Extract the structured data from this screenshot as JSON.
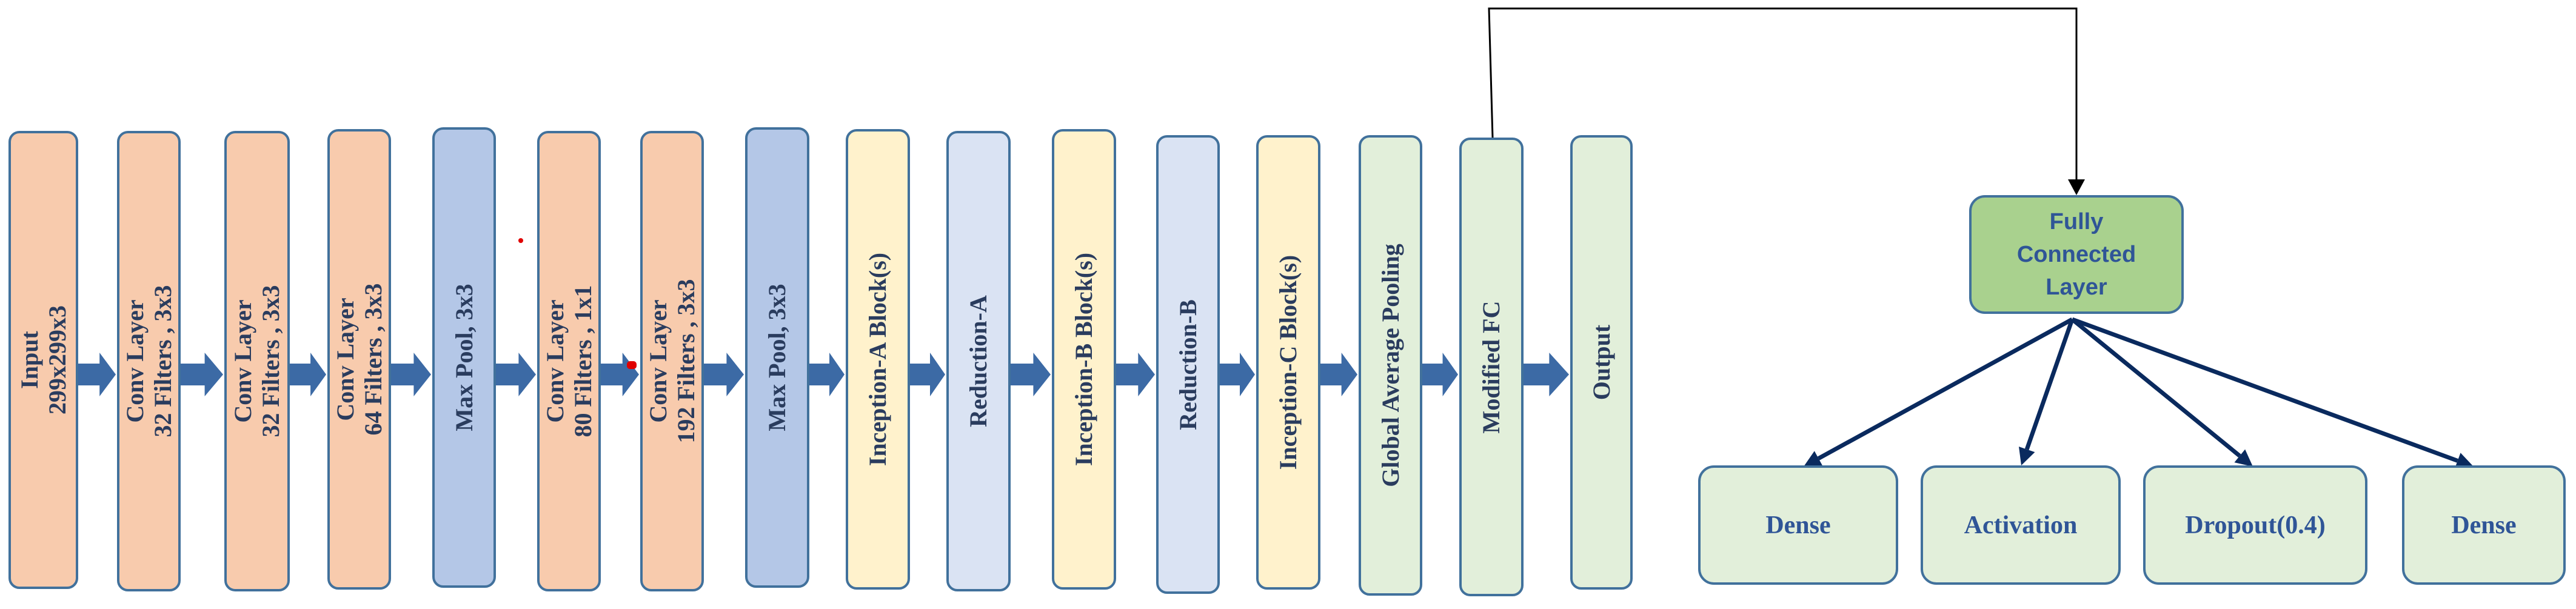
{
  "pipeline": [
    {
      "lines": [
        "Input",
        "299x299x3"
      ],
      "color": "#f8cbad"
    },
    {
      "lines": [
        "Conv Layer",
        "32 Filters , 3x3"
      ],
      "color": "#f8cbad"
    },
    {
      "lines": [
        "Conv Layer",
        "32 Filters , 3x3"
      ],
      "color": "#f8cbad"
    },
    {
      "lines": [
        "Conv Layer",
        "64 Filters , 3x3"
      ],
      "color": "#f8cbad"
    },
    {
      "lines": [
        "Max Pool, 3x3"
      ],
      "color": "#b4c7e7"
    },
    {
      "lines": [
        "Conv Layer",
        "80 Filters , 1x1"
      ],
      "color": "#f8cbad"
    },
    {
      "lines": [
        "Conv Layer",
        "192 Filters , 3x3"
      ],
      "color": "#f8cbad"
    },
    {
      "lines": [
        "Max Pool, 3x3"
      ],
      "color": "#b4c7e7"
    },
    {
      "lines": [
        "Inception-A Block(s)"
      ],
      "color": "#fff2cc"
    },
    {
      "lines": [
        "Reduction-A"
      ],
      "color": "#dae3f3"
    },
    {
      "lines": [
        "Inception-B Block(s)"
      ],
      "color": "#fff2cc"
    },
    {
      "lines": [
        "Reduction-B"
      ],
      "color": "#dae3f3"
    },
    {
      "lines": [
        "Inception-C Block(s)"
      ],
      "color": "#fff2cc"
    },
    {
      "lines": [
        "Global Average Pooling"
      ],
      "color": "#e2efda"
    },
    {
      "lines": [
        "Modified FC"
      ],
      "color": "#e2efda"
    },
    {
      "lines": [
        "Output"
      ],
      "color": "#e2efda"
    }
  ],
  "fc_block": {
    "line1": "Fully",
    "line2": "Connected",
    "line3": "Layer",
    "color": "#a9d18e"
  },
  "fc_outputs": [
    "Dense",
    "Activation",
    "Dropout(0.4)",
    "Dense"
  ],
  "colors": {
    "border": "#41719c",
    "arrow": "#3c6aa5",
    "link": "#0a2a5e",
    "text": "#2f5597"
  }
}
